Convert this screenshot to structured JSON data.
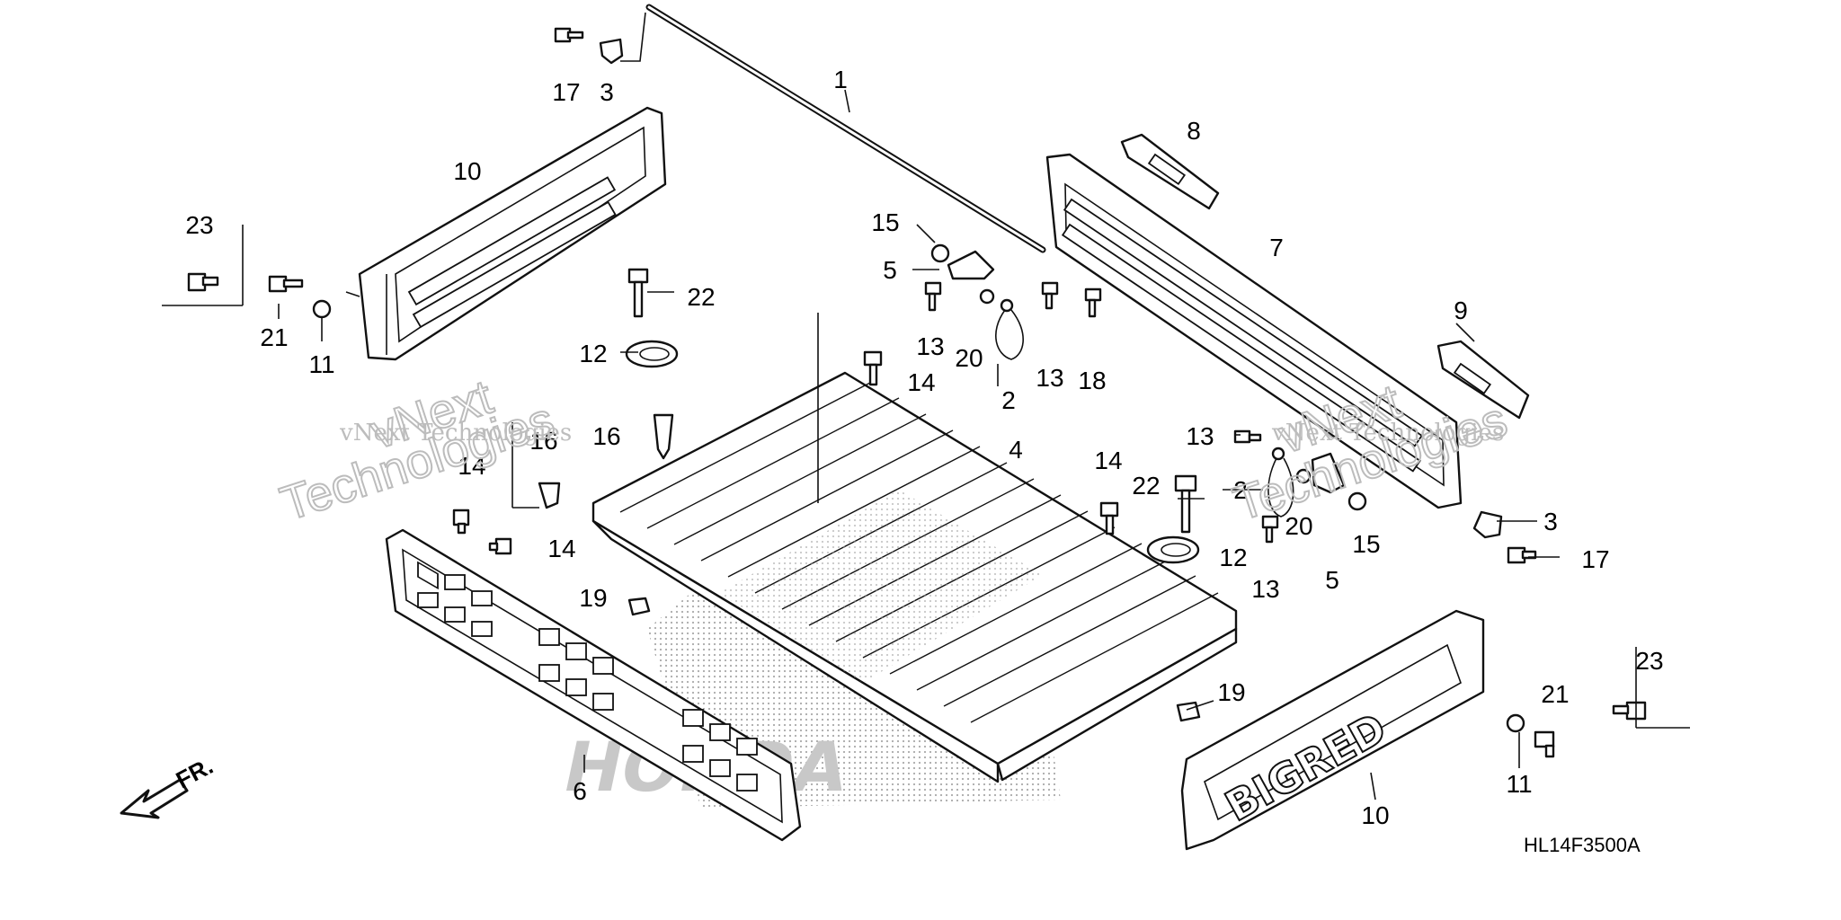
{
  "diagram_code": "HL14F3500A",
  "front_indicator": "FR.",
  "watermarks": [
    {
      "line1": "vNext",
      "line2": "Technologies"
    },
    {
      "line1": "vNext",
      "line2": "Technologies"
    }
  ],
  "watermark_caption": "vNext Technologies",
  "logo_text": "HONDA",
  "panel_emboss": "BIGRED",
  "callouts": [
    "1",
    "2",
    "2",
    "3",
    "3",
    "4",
    "5",
    "5",
    "6",
    "7",
    "8",
    "9",
    "10",
    "10",
    "11",
    "11",
    "12",
    "12",
    "13",
    "13",
    "13",
    "13",
    "14",
    "14",
    "14",
    "14",
    "15",
    "15",
    "16",
    "16",
    "17",
    "17",
    "18",
    "19",
    "19",
    "20",
    "20",
    "21",
    "21",
    "22",
    "22",
    "23",
    "23"
  ],
  "colors": {
    "line": "#111111",
    "watermark": "#bdbdbd",
    "background": "#ffffff"
  }
}
